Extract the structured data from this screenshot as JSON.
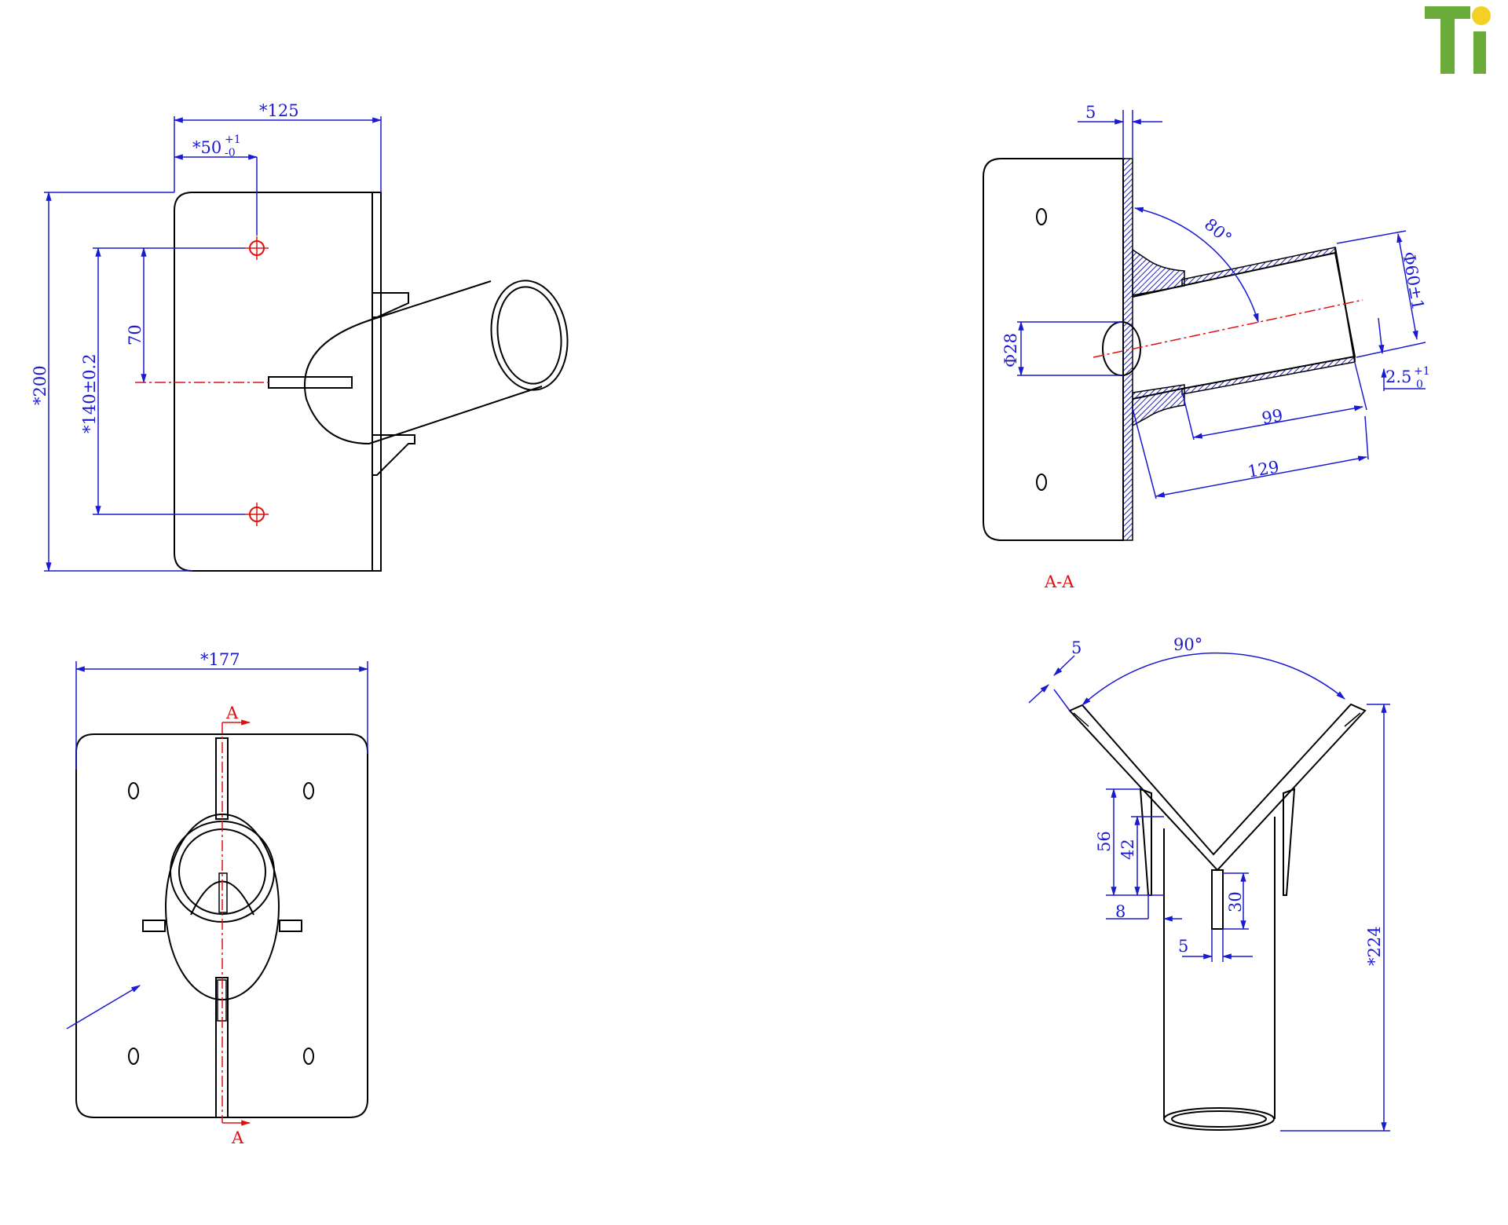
{
  "logo": {
    "text": "Ti",
    "colors": {
      "letters": "#6aab3a",
      "dot": "#f2d024"
    }
  },
  "colors": {
    "outline": "#000000",
    "dimension": "#1a1ad0",
    "centerline": "#e01010",
    "hatch": "#2020c0"
  },
  "front_view": {
    "width": "*125",
    "offset": "*50",
    "offset_tol_upper": "+1",
    "offset_tol_lower": "-0",
    "height": "*200",
    "hole_spacing": "*140±0.2",
    "center_dim": "70"
  },
  "section_view": {
    "label": "A-A",
    "plate_thickness": "5",
    "angle": "80°",
    "pipe_diameter": "Φ60±1",
    "hole_diameter": "Φ28",
    "wall": "2.5",
    "wall_tol_upper": "+1",
    "wall_tol_lower": "0",
    "inner_length": "99",
    "total_length": "129"
  },
  "bottom_view": {
    "width": "*177",
    "section_mark_top": "A",
    "section_mark_bottom": "A"
  },
  "vee_view": {
    "thickness": "5",
    "angle": "90°",
    "dim_56": "56",
    "dim_42": "42",
    "dim_8": "8",
    "dim_30": "30",
    "slot": "5",
    "overall_height": "*224"
  }
}
